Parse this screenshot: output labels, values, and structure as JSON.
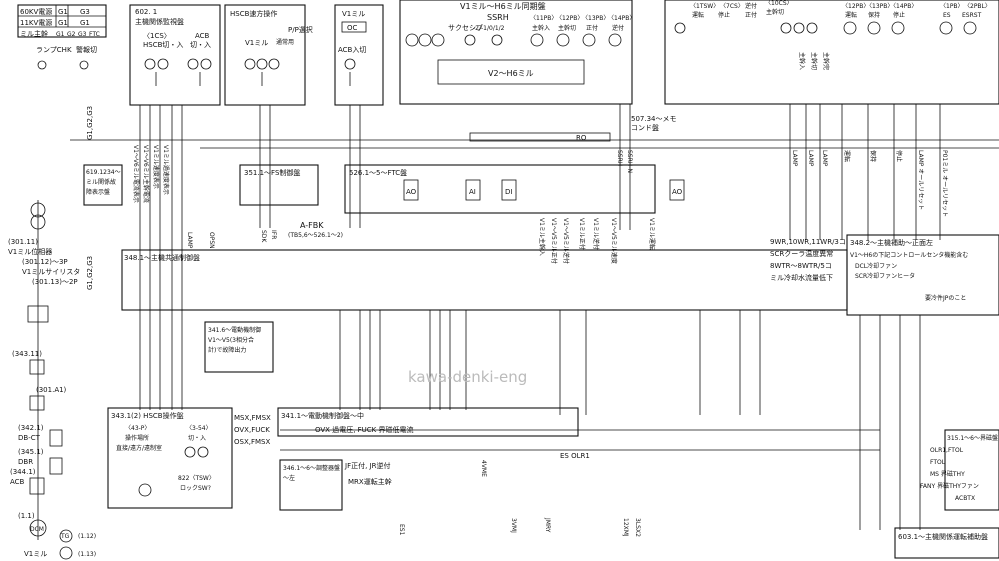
{
  "top_left_table": {
    "rows": [
      [
        "60KV電源",
        "G1",
        "G3"
      ],
      [
        "11KV電源",
        "G1",
        "G1"
      ],
      [
        "ミル主幹",
        "G1",
        "G2",
        "G3",
        "FTC"
      ]
    ],
    "lamp_chk": "ランプCHK",
    "alarm_off": "警報切"
  },
  "panel_602": {
    "title1": "602. 1",
    "title2": "主機関係監視盤",
    "hscb_label": "〈1CS〉",
    "hscb_sub": "HSCB切・入",
    "acb_label": "ACB",
    "acb_sub": "切・入"
  },
  "panel_hscb": {
    "title": "HSCB速方操作",
    "v1mill": "V1ミル",
    "pp": "P/P選択",
    "normal": "通常用"
  },
  "panel_v1mill": {
    "title": "V1ミル",
    "oc": "OC",
    "acb": "ACB入切"
  },
  "panel_v1h6": {
    "title": "V1ミル～H6ミル同期盤",
    "sakushon": "サクセシブ",
    "ssrh": "SSRH",
    "ssrh_sub": "-2/-1/0/1/2",
    "cols": [
      "〈11PB〉",
      "〈12PB〉",
      "〈13PB〉",
      "〈14PB〉"
    ],
    "cols_sub": [
      "主幹入",
      "主幹切",
      "正付",
      "逆付"
    ],
    "band": "V2～H6ミル",
    "ro_label": "RO"
  },
  "panel_right_top": {
    "cols": [
      "〈1TSW〉",
      "〈7CS〉",
      "逆付"
    ],
    "cols_sub": [
      "運転",
      "停止",
      "正付"
    ],
    "ctc": "〈10CS〉",
    "ctc_sub": "主幹切",
    "pb": [
      "〈12PB〉",
      "〈13PB〉",
      "〈14PB〉"
    ],
    "pb_sub": [
      "運転",
      "保持",
      "停止"
    ],
    "pb2": [
      "〈1PB〉",
      "〈2PBL〉"
    ],
    "pb2_sub": [
      "ES",
      "ESRST"
    ],
    "main_switch": [
      "主幹入",
      "主幹切",
      "主幹完"
    ]
  },
  "bus_labels": {
    "g1g2g3": "G1,G2,G3",
    "g1g2g3_b": "G1,G2,G3",
    "memo": "507.34～メモ",
    "memo_sub": "コンド盤",
    "ssrh": "SSRH",
    "ssrh_sub": "SSRH-N"
  },
  "v_wires_left": [
    "V1～V6ミル電流表示",
    "V1～V6ミル主幹電流",
    "V1ミル速度表示",
    "V1ミル過速度表示"
  ],
  "panel_619": {
    "title": "619.1234～",
    "l2": "ミル関係故",
    "l3": "障表示盤"
  },
  "panel_351": {
    "title": "351.1～FS制御盤"
  },
  "panel_526": {
    "title": "526.1～5～FTC盤",
    "ao": "AO",
    "ai": "AI",
    "di": "DI",
    "ao2": "AO"
  },
  "afbk": {
    "label": "A-FBK",
    "sub": "(TB5,6～526.1～2)"
  },
  "panel_348_1": {
    "title": "348.1～主機共通制御盤",
    "lamp": "LAMP",
    "opsn": "OPSN",
    "sdk": "SDK",
    "ifr": "IFR"
  },
  "panel_348_2": {
    "title": "348.2～主機補助～正面左",
    "l1": "V1～H6の下記コントロールセンタ機能含む",
    "l2": "DCL冷却ファン",
    "l3": "SCR冷却ファンヒータ",
    "l4": "要冷件JPのこと"
  },
  "right_list": {
    "a": "9WR,10WR,11WR/3コ",
    "b": "SCRクーラ温度異常",
    "c": "8WTR～8WTR/5コ",
    "d": "ミル冷却水流量低下"
  },
  "right_vert_labels": [
    "LAMP",
    "LAMP",
    "LAMP",
    "運転",
    "保持",
    "停止",
    "LAMP オールリセット",
    "P01ミル オールリセット"
  ],
  "mid_vert_labels": [
    "V1ミル主幹入",
    "V1～V5ミル正付",
    "V1～V5ミル逆付",
    "V1ミル正付",
    "V1ミル逆付",
    "V1～V5ミル速度",
    "V1ミル運転"
  ],
  "panel_341_6": {
    "title": "341.6～電動機制御",
    "l2": "V1～V5(3相分合",
    "l3": "計)で故障出力"
  },
  "panel_341_1": {
    "title": "341.1～電動機制御盤～中",
    "sub": "OVX 過電圧, FUCK 界磁低電流"
  },
  "panel_343": {
    "title": "343.1(2) HSCB操作盤",
    "sub1": "〈43-P〉",
    "sub2": "操作場所",
    "sub3": "直接/遠方/遠制室",
    "sub4": "〈3-54〉",
    "sub5": "切・入",
    "msx": "MSX,FMSX",
    "ovx": "OVX,FUCK",
    "osx": "OSX,FMSX",
    "tsw": "822〈TSW〉",
    "tsw_sub": "ロックSW?"
  },
  "panel_346": {
    "title": "346.1～6～調整器盤",
    "sub": "～左",
    "jf": "JF正付, JR逆付",
    "mrx": "MRX運転主幹"
  },
  "es_olr": "ES OLR1",
  "left_column": {
    "c301_11": "(301.11)",
    "v1_pos": "V1ミル位相器",
    "c301_12": "(301.12)～3P",
    "v1_thy": "V1ミルサイリスタ",
    "c301_13": "(301.13)～2P",
    "c343_11": "(343.11)",
    "c301_a1": "(301.A1)",
    "c342_11": "(342.1)",
    "db_ct": "DB-CT",
    "c345_1": "(345.1)",
    "dbr": "DBR",
    "c344_1": "(344.1)",
    "acb": "ACB",
    "c1_1": "(1.1)",
    "dcm": "DCM",
    "tg": "TG",
    "c1_12": "(1.12)",
    "c1_13": "(1.13)",
    "v1mill": "V1ミル"
  },
  "panel_315": {
    "title": "315.1～6～界磁盤",
    "l1": "OLR1,FTOL",
    "l2": "FTOL",
    "l3": "MS 界磁THY",
    "l4": "FANY 界磁THYファン",
    "l5": "ACBTX"
  },
  "panel_603": {
    "title": "603.1～主機関係運転補助盤"
  },
  "watermark": "kawa-denki-eng",
  "bottom_labels": [
    "4VME",
    "3VMJ",
    "JMRY",
    "12XMJ",
    "3LSX2",
    "ES1"
  ]
}
